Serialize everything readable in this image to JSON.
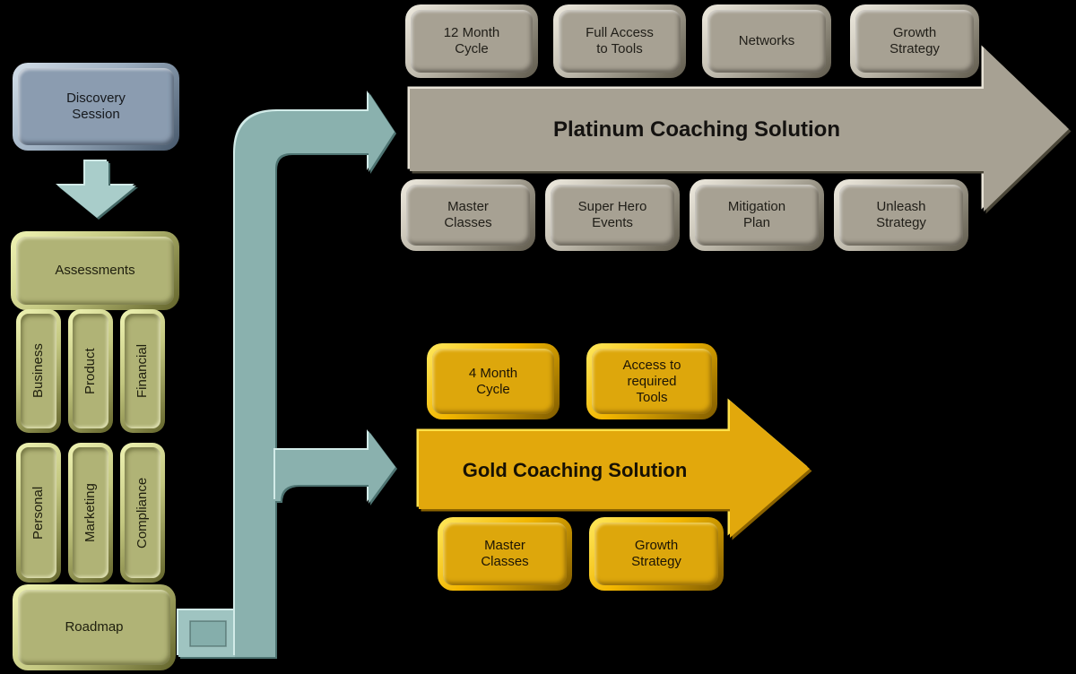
{
  "diagram": {
    "background": "#000000",
    "left_flow": {
      "discovery": "Discovery\nSession",
      "assessments": "Assessments",
      "pillars_row1": [
        "Business",
        "Product",
        "Financial"
      ],
      "pillars_row2": [
        "Personal",
        "Marketing",
        "Compliance"
      ],
      "roadmap": "Roadmap"
    },
    "platinum": {
      "title": "Platinum Coaching Solution",
      "color": "#a7a193",
      "top_items": [
        "12 Month\nCycle",
        "Full Access\nto Tools",
        "Networks",
        "Growth\nStrategy"
      ],
      "bottom_items": [
        "Master\nClasses",
        "Super Hero\nEvents",
        "Mitigation\nPlan",
        "Unleash\nStrategy"
      ]
    },
    "gold": {
      "title": "Gold Coaching Solution",
      "color": "#e2a80c",
      "top_items": [
        "4 Month\nCycle",
        "Access to\nrequired\nTools"
      ],
      "bottom_items": [
        "Master\nClasses",
        "Growth\nStrategy"
      ]
    },
    "connector_color": "#8ab1ae",
    "box_colors": {
      "blue": "#8b9cb0",
      "olive": "#b0b376",
      "gray": "#a7a193",
      "gold": "#dda70c"
    }
  }
}
